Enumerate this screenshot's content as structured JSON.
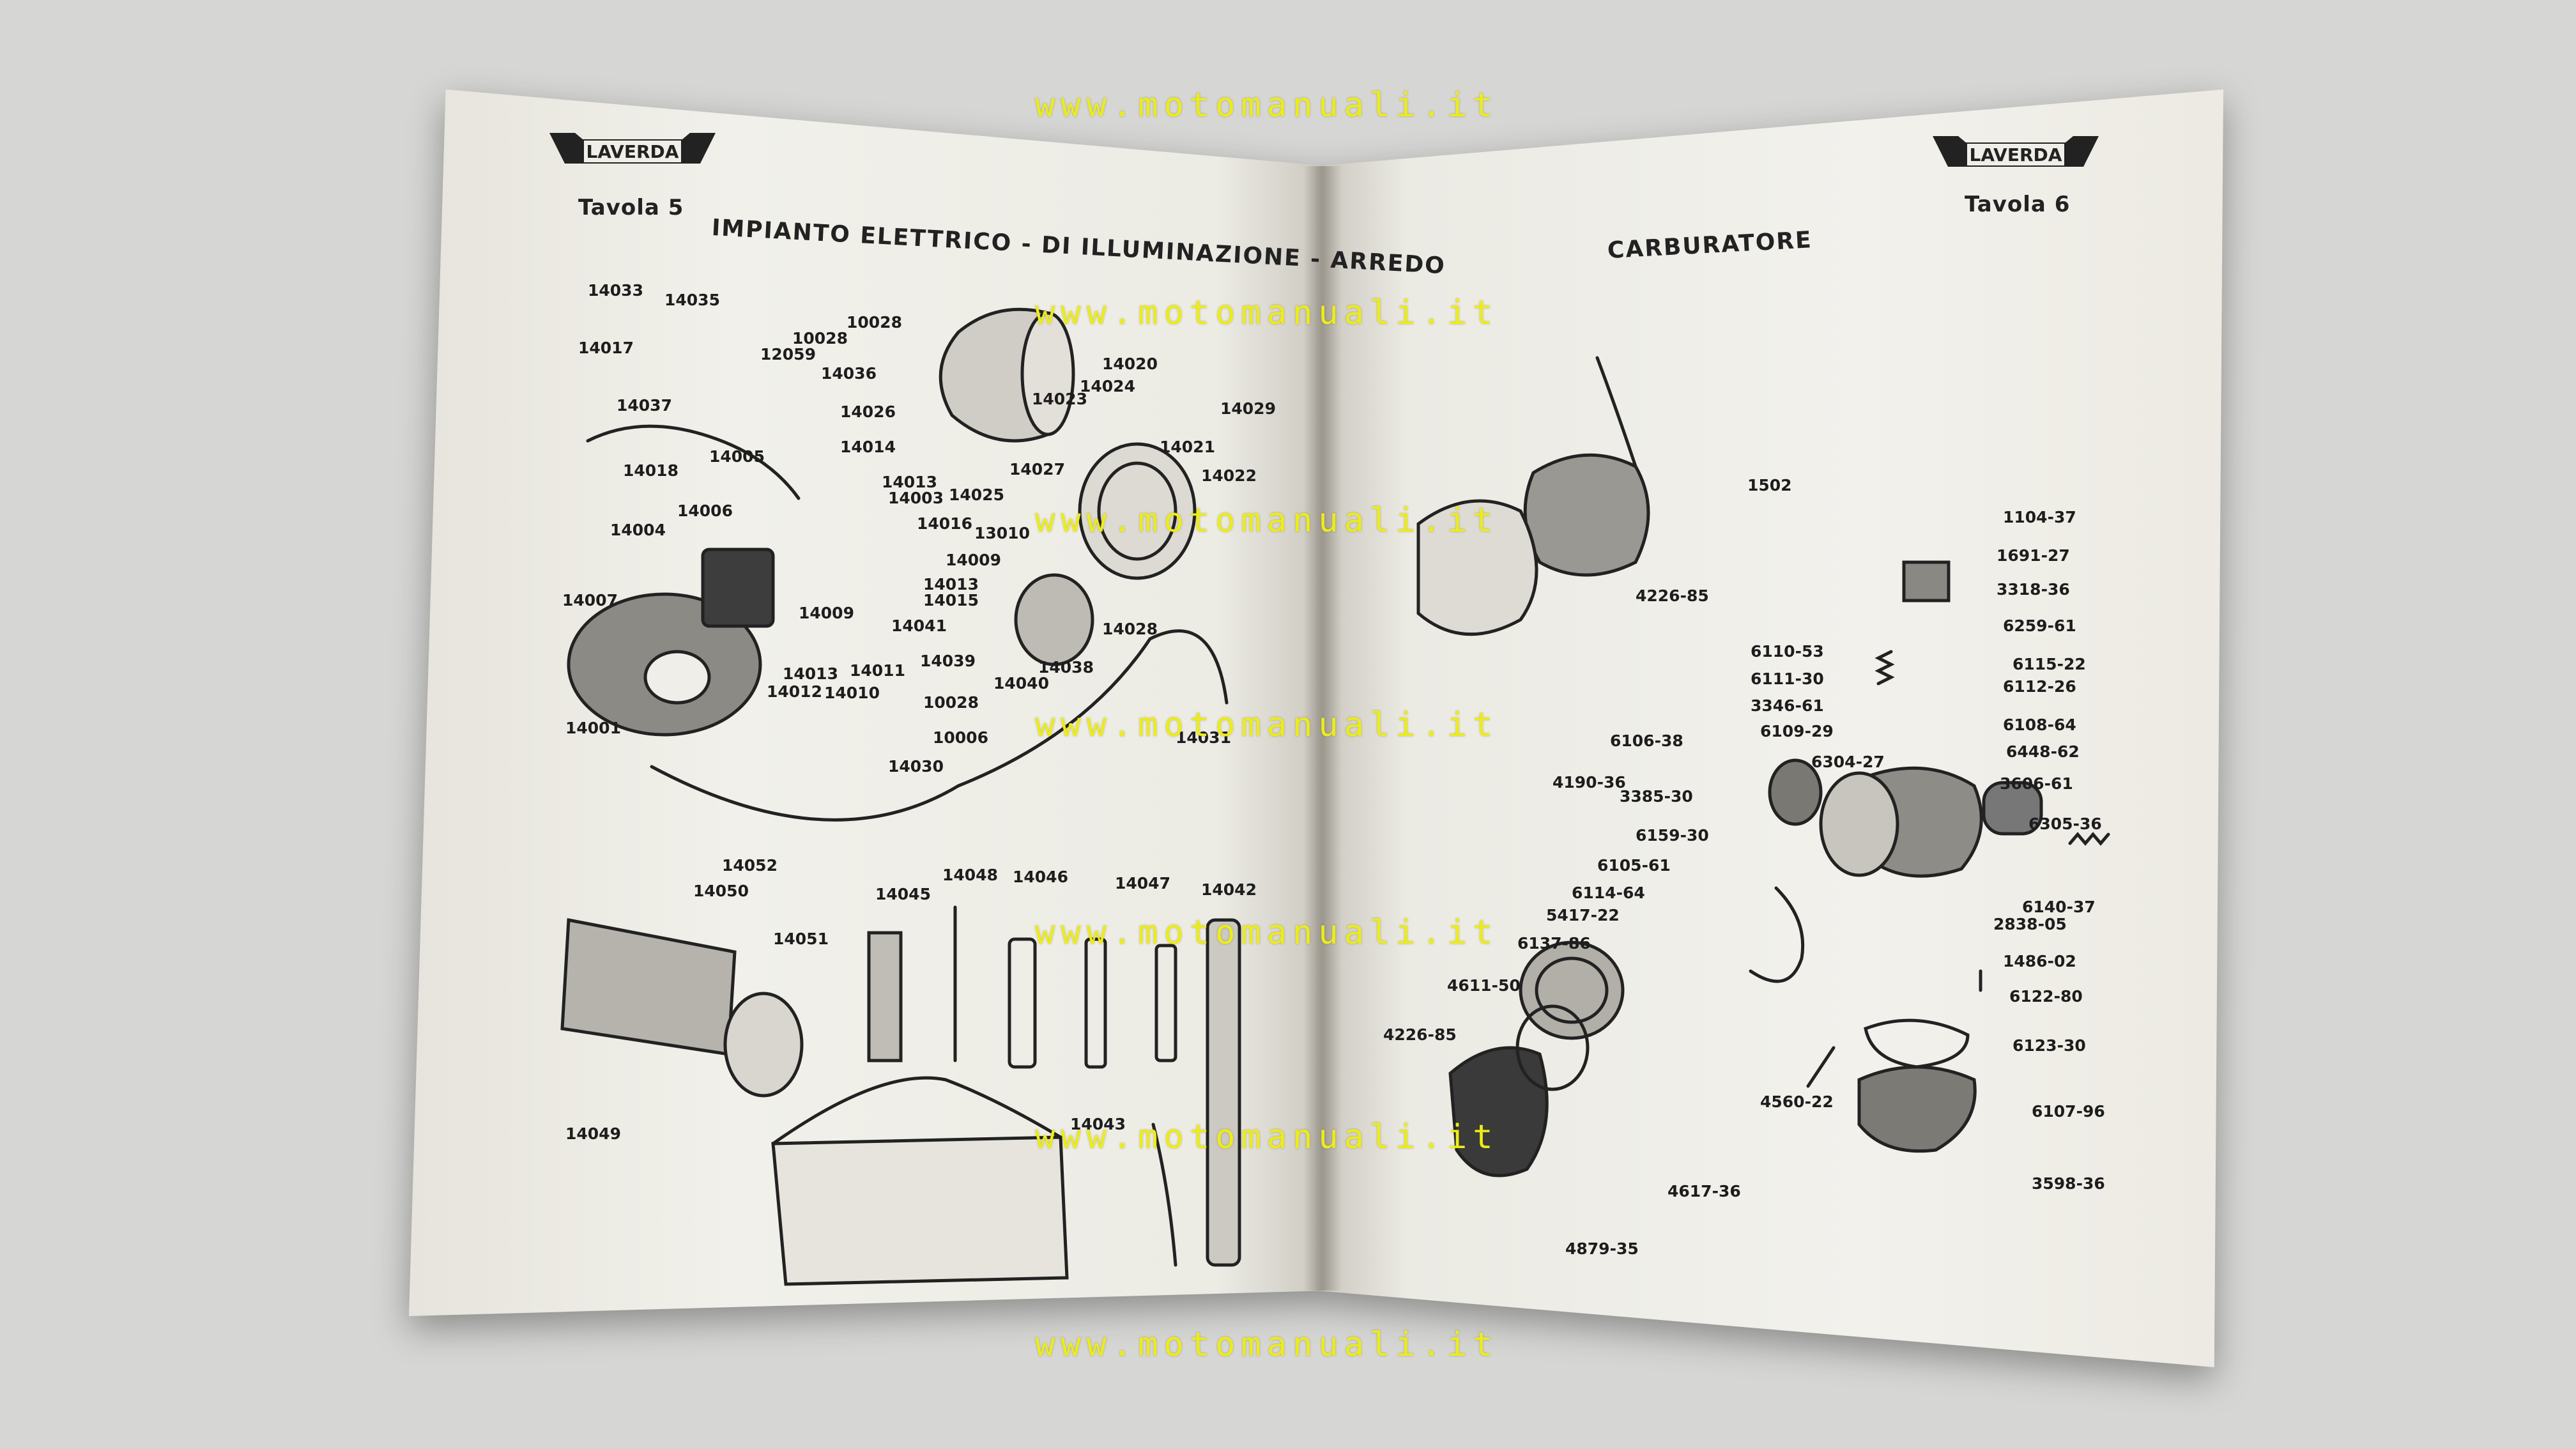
{
  "left_page": {
    "brand": "LAVERDA",
    "table": "Tavola 5",
    "title": "IMPIANTO ELETTRICO - DI ILLUMINAZIONE - ARREDO",
    "parts": [
      "14033",
      "14035",
      "14017",
      "12059",
      "10028",
      "14036",
      "10028",
      "14037",
      "14026",
      "14020",
      "14023",
      "14024",
      "14029",
      "14005",
      "14014",
      "14013",
      "14003",
      "14025",
      "14021",
      "14022",
      "14018",
      "14006",
      "14016",
      "13010",
      "14027",
      "14004",
      "14009",
      "14013",
      "14015",
      "14007",
      "14009",
      "14041",
      "14028",
      "14011",
      "14039",
      "14040",
      "14038",
      "14013",
      "14012",
      "14010",
      "10028",
      "10006",
      "14001",
      "14030",
      "14031",
      "14052",
      "14050",
      "14048",
      "14046",
      "14047",
      "14042",
      "14045",
      "14051",
      "14043",
      "14049"
    ]
  },
  "right_page": {
    "brand": "LAVERDA",
    "table": "Tavola 6",
    "title": "CARBURATORE",
    "parts": [
      "1502",
      "1104-37",
      "1691-27",
      "4226-85",
      "3318-36",
      "6110-53",
      "6259-61",
      "6111-30",
      "6115-22",
      "3346-61",
      "6112-26",
      "6106-38",
      "6109-29",
      "6108-64",
      "4190-36",
      "6304-27",
      "6448-62",
      "3385-30",
      "3606-61",
      "6159-30",
      "6305-36",
      "6105-61",
      "6140-37",
      "6114-64",
      "5417-22",
      "2838-05",
      "6137-86",
      "1486-02",
      "4611-50",
      "6122-80",
      "4226-85",
      "6123-30",
      "4560-22",
      "6107-96",
      "4617-36",
      "3598-36",
      "4879-35"
    ]
  },
  "watermark": "www.motomanuali.it"
}
